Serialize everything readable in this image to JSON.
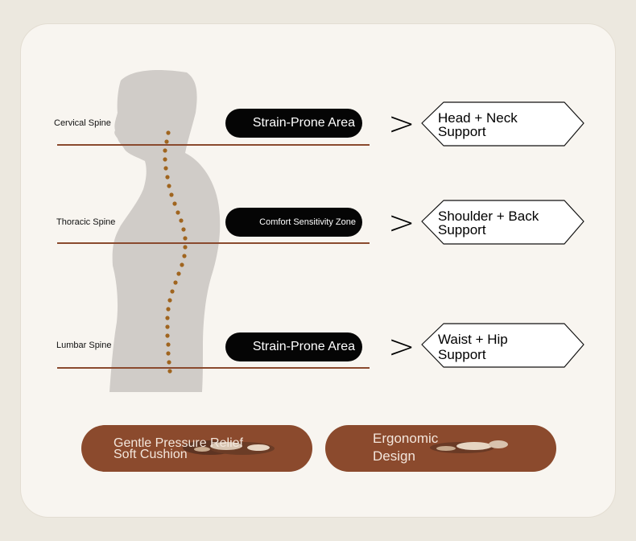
{
  "spine_labels": {
    "cervical": "Cervical Spine",
    "thoracic": "Thoracic Spine",
    "lumbar": "Lumbar Spine"
  },
  "rows": [
    {
      "tag": "Strain-Prone Area",
      "support_line1": "Head + Neck",
      "support_line2": "Support"
    },
    {
      "tag": "Comfort Sensitivity Zone",
      "support_line1": "Shoulder + Back",
      "support_line2": "Support"
    },
    {
      "tag": "Strain-Prone Area",
      "support_line1": "Waist + Hip",
      "support_line2": "Support"
    }
  ],
  "arrow_glyph": ">",
  "features": {
    "left_line1": "Gentle Pressure Relief",
    "left_line2": "Soft Cushion",
    "right_line1": "Ergonomic",
    "right_line2": "Design"
  },
  "colors": {
    "accent_brown": "#8b4a2d",
    "spine_dots": "#a0651f",
    "silhouette": "#d0ccc8",
    "pill_black": "#050505"
  }
}
